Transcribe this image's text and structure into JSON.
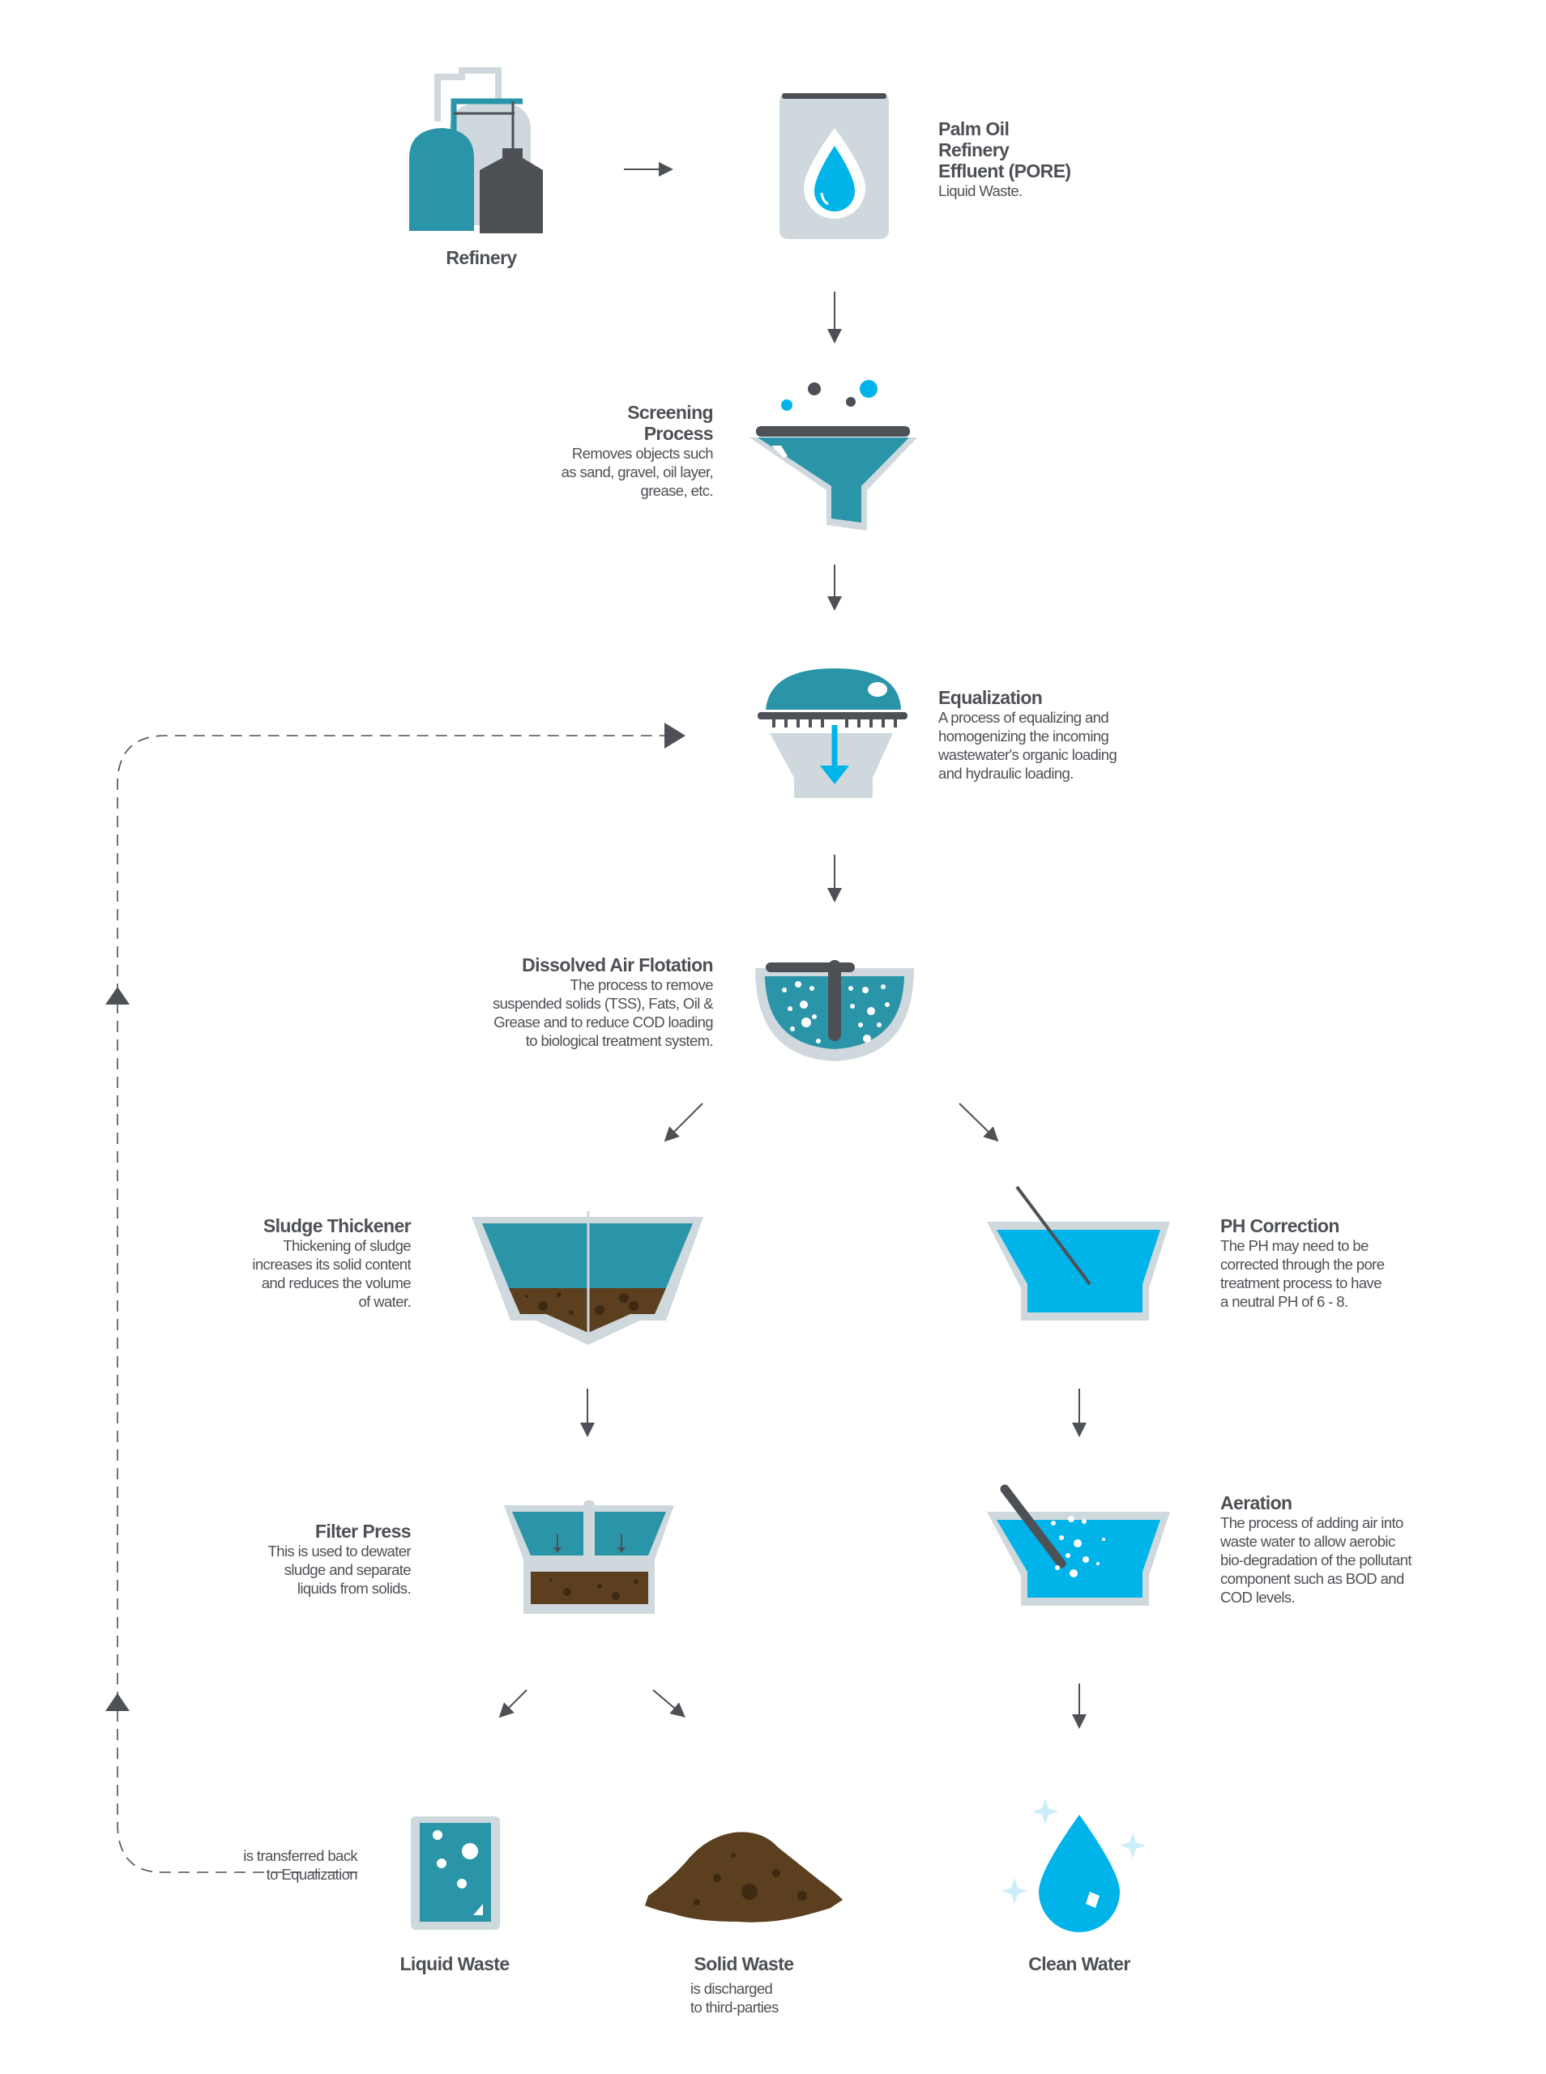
{
  "refinery": {
    "title": "Refinery"
  },
  "pore": {
    "title_lines": [
      "Palm Oil",
      "Refinery",
      "Effluent (PORE)"
    ],
    "desc": "Liquid Waste."
  },
  "screening": {
    "title_lines": [
      "Screening",
      "Process"
    ],
    "desc_lines": [
      "Removes objects such",
      "as sand, gravel, oil layer,",
      "grease, etc."
    ]
  },
  "equalization": {
    "title": "Equalization",
    "desc_lines": [
      "A process of equalizing and",
      "homogenizing the incoming",
      "wastewater's organic loading",
      "and hydraulic loading."
    ]
  },
  "daf": {
    "title": "Dissolved Air Flotation",
    "desc_lines": [
      "The process to remove",
      "suspended solids (TSS), Fats, Oil &",
      "Grease and to reduce COD loading",
      "to biological treatment system."
    ]
  },
  "sludge": {
    "title": "Sludge Thickener",
    "desc_lines": [
      "Thickening of sludge",
      "increases its solid content",
      "and reduces the volume",
      "of water."
    ]
  },
  "ph": {
    "title": "PH Correction",
    "desc_lines": [
      "The PH may need to be",
      "corrected through the pore",
      "treatment process to have",
      "a neutral PH of 6 - 8."
    ]
  },
  "filter": {
    "title": "Filter Press",
    "desc_lines": [
      "This is used to dewater",
      "sludge and separate",
      "liquids from solids."
    ]
  },
  "aeration": {
    "title": "Aeration",
    "desc_lines": [
      "The process of adding air into",
      "waste water to allow aerobic",
      "bio-degradation of the pollutant",
      "component such as BOD and",
      "COD levels."
    ]
  },
  "liquid_waste": {
    "title": "Liquid Waste",
    "note_lines": [
      "is transferred back",
      "to Equalization"
    ]
  },
  "solid_waste": {
    "title": "Solid Waste",
    "note_lines": [
      "is discharged",
      "to third-parties"
    ]
  },
  "clean_water": {
    "title": "Clean Water"
  },
  "colors": {
    "teal": "#2a95a8",
    "dark": "#4d5055",
    "light": "#cfd8dc",
    "blue": "#00b4ea",
    "brown": "#5b3f1f"
  }
}
